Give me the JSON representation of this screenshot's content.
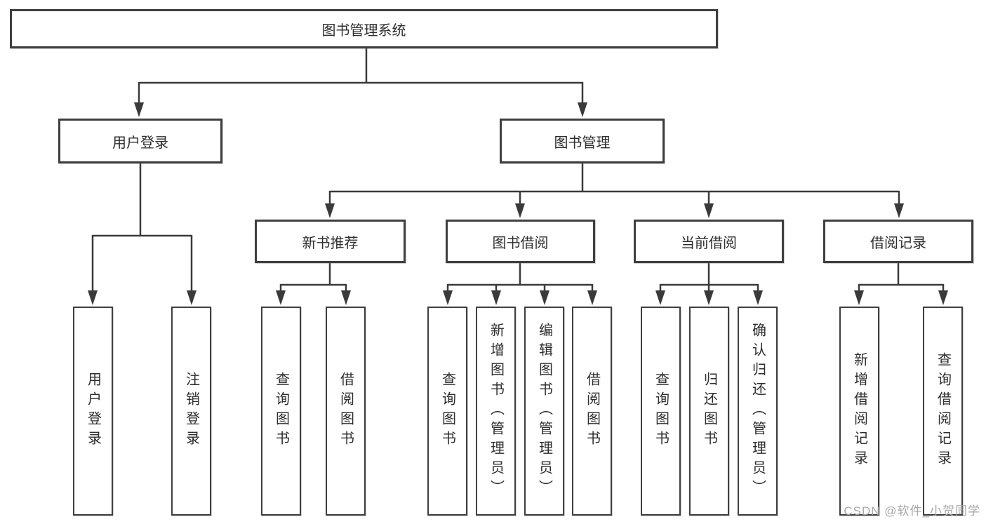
{
  "tree": {
    "root": "图书管理系统",
    "branches": [
      {
        "label": "用户登录",
        "leaves": [
          "用户登录",
          "注销登录"
        ]
      },
      {
        "label": "图书管理",
        "children": [
          {
            "label": "新书推荐",
            "leaves": [
              "查询图书",
              "借阅图书"
            ]
          },
          {
            "label": "图书借阅",
            "leaves": [
              "查询图书",
              "新增图书（管理员）",
              "编辑图书（管理员）",
              "借阅图书"
            ]
          },
          {
            "label": "当前借阅",
            "leaves": [
              "查询图书",
              "归还图书",
              "确认归还（管理员）"
            ]
          },
          {
            "label": "借阅记录",
            "leaves": [
              "新增借阅记录",
              "查询借阅记录"
            ]
          }
        ]
      }
    ]
  },
  "watermark": "CSDN @软件_小贺同学",
  "colors": {
    "line": "#3a3a3a",
    "box_border": "#3f3f3f",
    "text": "#2d2d2d",
    "watermark": "#a8a8a8"
  }
}
